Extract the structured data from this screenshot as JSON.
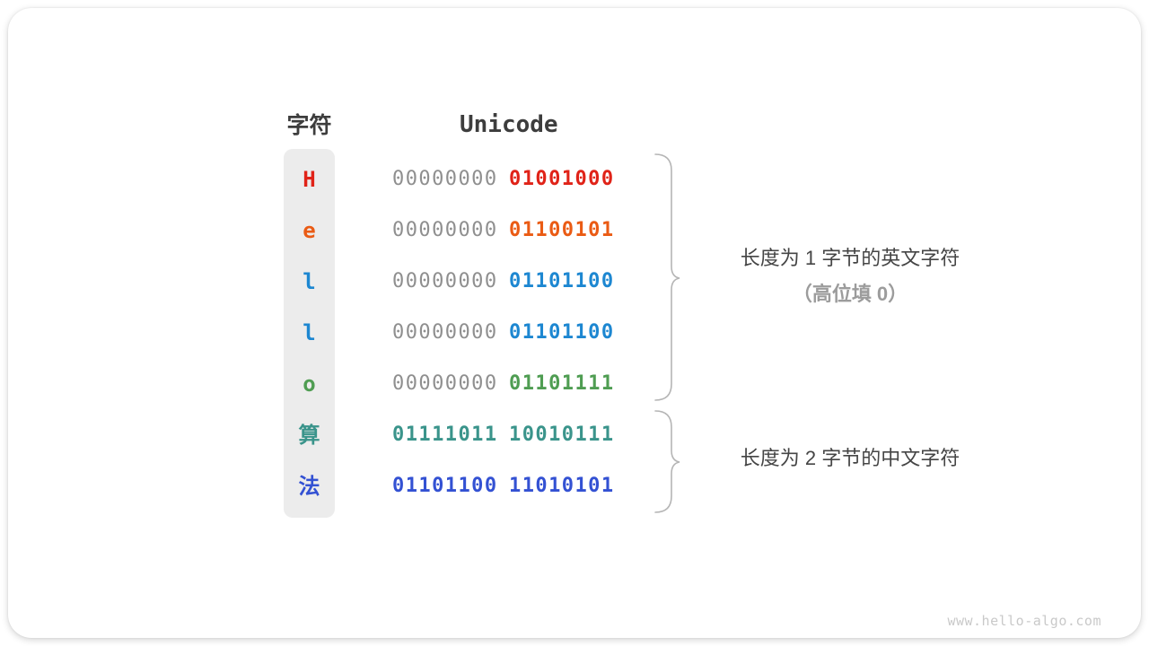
{
  "page": {
    "watermark": "www.hello-algo.com"
  },
  "colors": {
    "red": "#e02318",
    "orange": "#ea5b14",
    "blue": "#1d87d1",
    "green": "#4f9d52",
    "teal": "#3a948b",
    "indigo": "#3351d3",
    "gray_byte": "#8f8f8f",
    "text_dark": "#3d3d3d",
    "text_muted": "#9c9c9c",
    "column_bg": "#ececec",
    "brace": "#b5b5b5",
    "watermark_text": "#c9c9c9"
  },
  "table": {
    "headers": {
      "char": "字符",
      "unicode": "Unicode"
    },
    "rows": [
      {
        "char": "H",
        "byte1": "00000000",
        "byte2": "01001000",
        "color": "#e02318",
        "byte1_color": "#8f8f8f",
        "byte1_bold": false
      },
      {
        "char": "e",
        "byte1": "00000000",
        "byte2": "01100101",
        "color": "#ea5b14",
        "byte1_color": "#8f8f8f",
        "byte1_bold": false
      },
      {
        "char": "l",
        "byte1": "00000000",
        "byte2": "01101100",
        "color": "#1d87d1",
        "byte1_color": "#8f8f8f",
        "byte1_bold": false
      },
      {
        "char": "l",
        "byte1": "00000000",
        "byte2": "01101100",
        "color": "#1d87d1",
        "byte1_color": "#8f8f8f",
        "byte1_bold": false
      },
      {
        "char": "o",
        "byte1": "00000000",
        "byte2": "01101111",
        "color": "#4f9d52",
        "byte1_color": "#8f8f8f",
        "byte1_bold": false
      },
      {
        "char": "算",
        "byte1": "01111011",
        "byte2": "10010111",
        "color": "#3a948b",
        "byte1_color": "#3a948b",
        "byte1_bold": true
      },
      {
        "char": "法",
        "byte1": "01101100",
        "byte2": "11010101",
        "color": "#3351d3",
        "byte1_color": "#3351d3",
        "byte1_bold": true
      }
    ]
  },
  "annotations": {
    "english_group": {
      "line1": "长度为 1 字节的英文字符",
      "line2": "（高位填 0）"
    },
    "chinese_group": {
      "line1": "长度为 2 字节的中文字符"
    }
  }
}
